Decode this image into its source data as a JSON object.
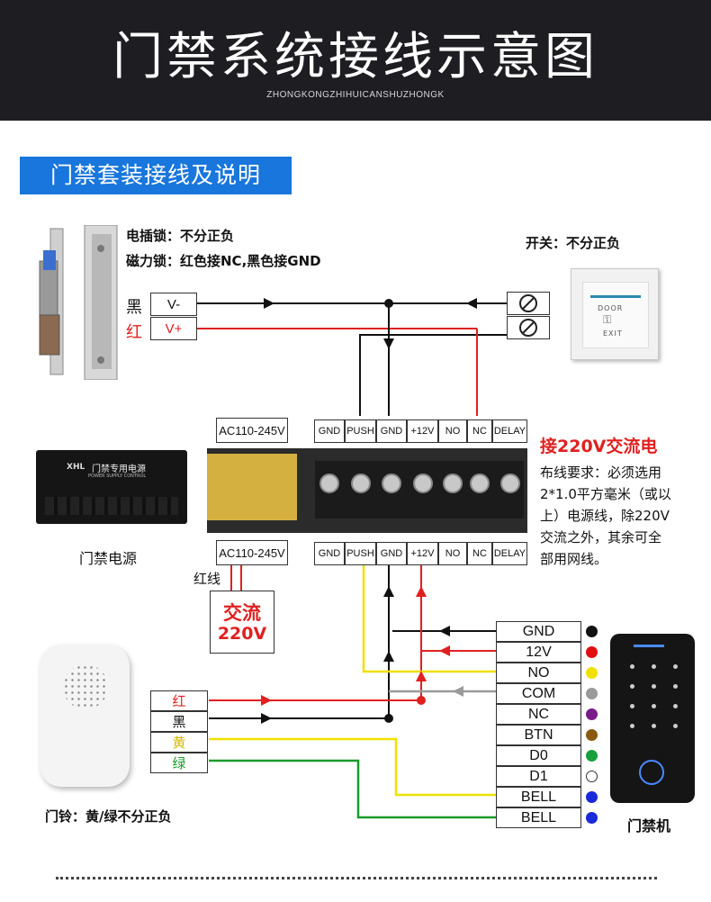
{
  "header": {
    "title": "门禁系统接线示意图",
    "subtitle": "ZHONGKONGZHIHUICANSHUZHONGK"
  },
  "section_title": "门禁套装接线及说明",
  "lock": {
    "note1": "电插锁：不分正负",
    "note2": "磁力锁：红色接NC,黑色接GND",
    "wire_black": "黑",
    "wire_red": "红",
    "term_neg": "V-",
    "term_pos": "V+"
  },
  "exit_switch": {
    "note": "开关：不分正负",
    "plate_top": "DOOR",
    "plate_bottom": "EXIT"
  },
  "power_supply": {
    "caption": "门禁电源",
    "device_brand": "XHL",
    "device_title": "门禁专用电源",
    "device_sub": "POWER SUPPLY CONTROL",
    "ac_label_top": "AC110-245V",
    "ac_label_bottom": "AC110-245V",
    "terminals_top": [
      "GND",
      "PUSH",
      "GND",
      "+12V",
      "NO",
      "NC",
      "DELAY"
    ],
    "terminals_bottom": [
      "GND",
      "PUSH",
      "GND",
      "+12V",
      "NO",
      "NC",
      "DELAY"
    ],
    "red_wire_label": "红线",
    "ac_box_line1": "交流",
    "ac_box_line2": "220V"
  },
  "note_220": {
    "title": "接220V交流电",
    "body_lines": [
      "布线要求：必须选用",
      "2*1.0平方毫米（或以",
      "上）电源线，除220V",
      "交流之外，其余可全",
      "部用网线。"
    ]
  },
  "doorbell": {
    "caption": "门铃：黄/绿不分正负",
    "wires": [
      {
        "label": "红",
        "color": "#e02020"
      },
      {
        "label": "黑",
        "color": "#111111"
      },
      {
        "label": "黄",
        "color": "#d4b800"
      },
      {
        "label": "绿",
        "color": "#1a9a2a"
      }
    ]
  },
  "access_controller": {
    "caption": "门禁机",
    "pins": [
      {
        "label": "GND",
        "color": "#111111"
      },
      {
        "label": "12V",
        "color": "#e01010"
      },
      {
        "label": "NO",
        "color": "#f0e000"
      },
      {
        "label": "COM",
        "color": "#9a9a9a"
      },
      {
        "label": "NC",
        "color": "#7a1a8a"
      },
      {
        "label": "BTN",
        "color": "#8a5a10"
      },
      {
        "label": "D0",
        "color": "#19a03a"
      },
      {
        "label": "D1",
        "color": "#ffffff"
      },
      {
        "label": "BELL",
        "color": "#1a2ad8"
      },
      {
        "label": "BELL",
        "color": "#1a2ad8"
      }
    ]
  },
  "colors": {
    "header_bg": "#1e1d22",
    "tag_bg": "#1876dc",
    "red": "#e02020",
    "yellow": "#f0e000",
    "green": "#1a9a2a",
    "gray": "#9a9a9a"
  }
}
